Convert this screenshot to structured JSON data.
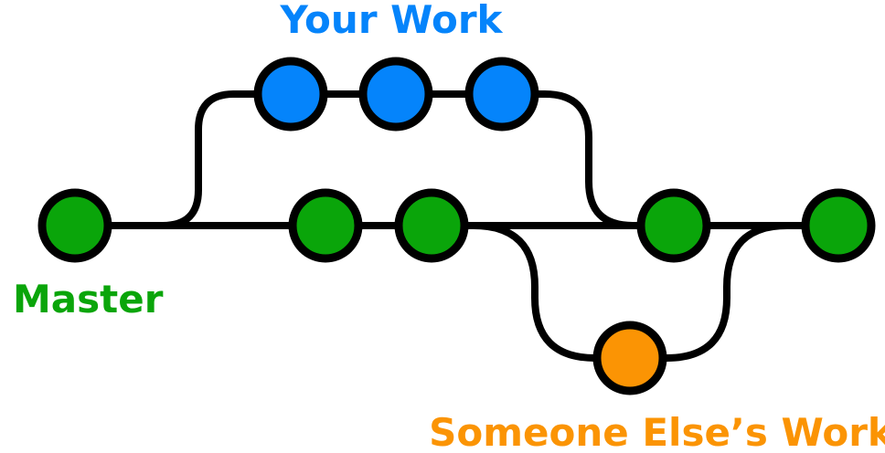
{
  "diagram": {
    "type": "git-branching-diagram",
    "background_color": "#ffffff",
    "line_color": "#000000",
    "branches": {
      "your_work": {
        "label": "Your Work",
        "color": "#0584fb",
        "commit_count": 3
      },
      "master": {
        "label": "Master",
        "color": "#0aa50a",
        "commit_count": 5
      },
      "someone_elses_work": {
        "label": "Someone Else’s Work",
        "color": "#fb9404",
        "commit_count": 1
      }
    }
  }
}
